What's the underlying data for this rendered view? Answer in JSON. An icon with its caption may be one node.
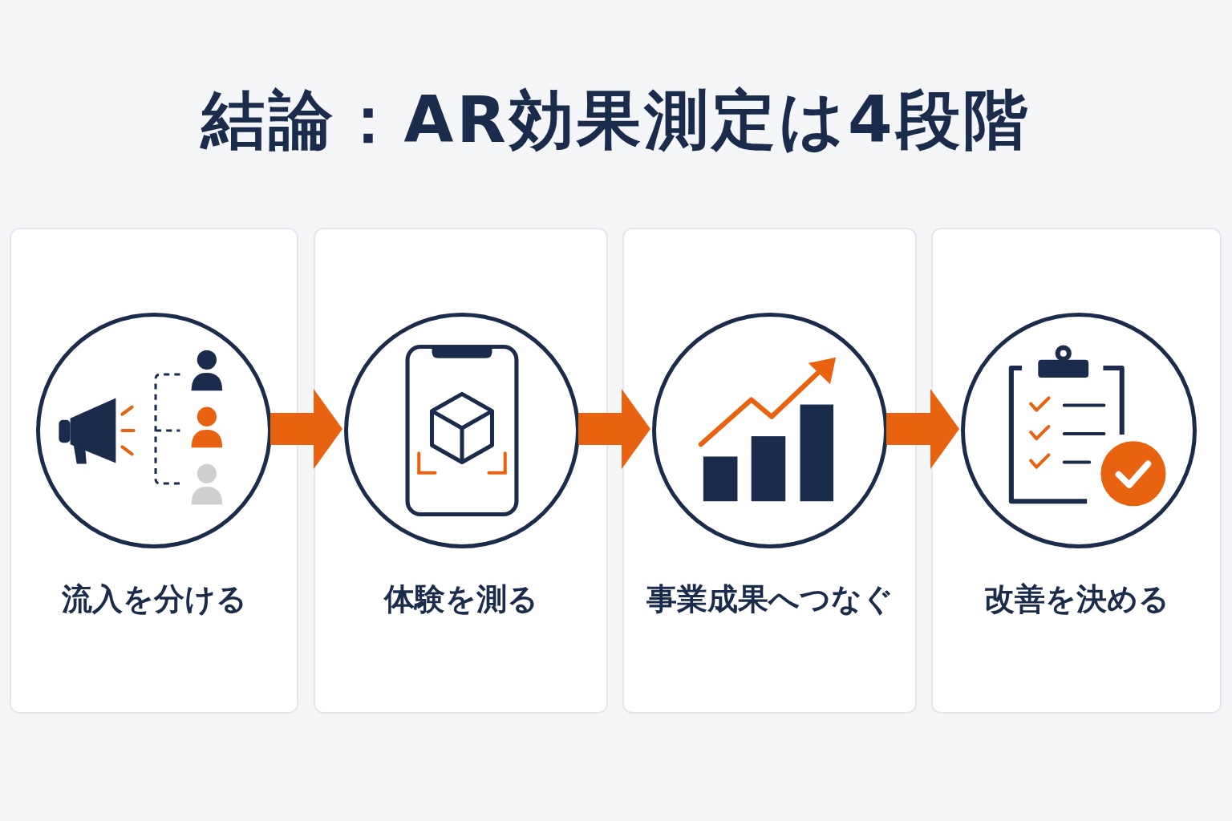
{
  "diagram": {
    "title": "結論：AR効果測定は4段階",
    "nodes": [
      {
        "text": [
          "流入を分ける"
        ]
      },
      {
        "text": [],
        "shape": "circle",
        "in": 0
      },
      {
        "text": [
          "体験を測る"
        ]
      },
      {
        "text": [],
        "shape": "circle",
        "in": 2
      },
      {
        "text": [
          "事業成果へつなぐ"
        ]
      },
      {
        "text": [],
        "shape": "circle",
        "in": 4
      },
      {
        "text": [
          "改善を決める"
        ]
      },
      {
        "text": [],
        "shape": "circle",
        "in": 6
      }
    ],
    "edges": [
      {
        "from": 1,
        "to": 3,
        "arrow": "to"
      },
      {
        "from": 3,
        "to": 5,
        "arrow": "to"
      },
      {
        "from": 5,
        "to": 7,
        "arrow": "to"
      }
    ]
  }
}
